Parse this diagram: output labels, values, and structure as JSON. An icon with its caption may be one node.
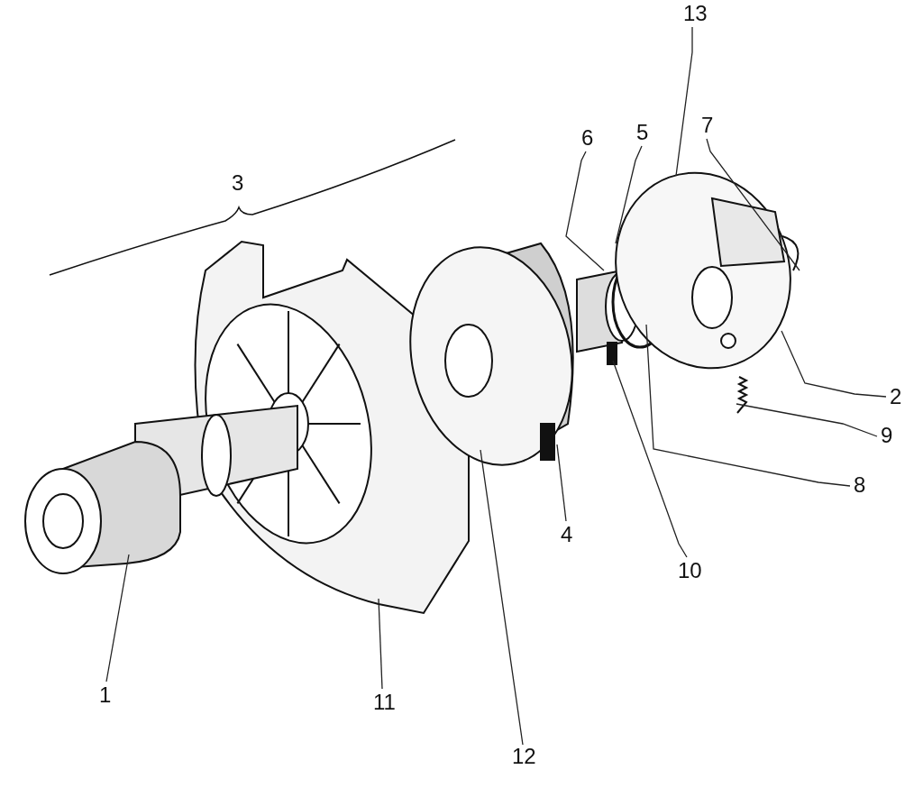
{
  "diagram": {
    "nodes": [
      {
        "text": [
          "13"
        ]
      },
      {
        "text": [
          "6"
        ]
      },
      {
        "text": [
          "5"
        ]
      },
      {
        "text": [
          "7"
        ]
      },
      {
        "text": [
          "2"
        ]
      },
      {
        "text": [
          "9"
        ]
      },
      {
        "text": [
          "8"
        ]
      },
      {
        "text": [
          "4"
        ]
      },
      {
        "text": [
          "10"
        ]
      },
      {
        "text": [
          "1"
        ]
      },
      {
        "text": [
          "11"
        ]
      },
      {
        "text": [
          "12"
        ]
      }
    ],
    "edges": [
      {
        "from": 0,
        "to": null,
        "arrow": "none"
      },
      {
        "from": 1,
        "to": null,
        "arrow": "none"
      },
      {
        "from": 2,
        "to": null,
        "arrow": "none"
      },
      {
        "from": 3,
        "to": null,
        "arrow": "none"
      },
      {
        "from": 4,
        "to": null,
        "arrow": "none"
      },
      {
        "from": 5,
        "to": null,
        "arrow": "none"
      },
      {
        "from": 6,
        "to": null,
        "arrow": "none"
      },
      {
        "from": 7,
        "to": null,
        "arrow": "none"
      },
      {
        "from": 8,
        "to": null,
        "arrow": "none"
      },
      {
        "from": 9,
        "to": null,
        "arrow": "none"
      },
      {
        "from": 10,
        "to": null,
        "arrow": "none"
      },
      {
        "from": 11,
        "to": null,
        "arrow": "none"
      }
    ],
    "labels": [
      "3"
    ]
  }
}
